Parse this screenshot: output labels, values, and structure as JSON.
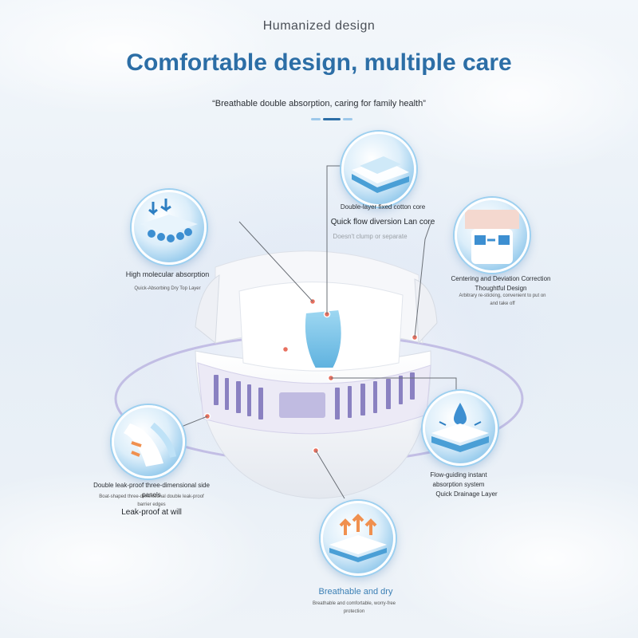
{
  "header": {
    "kicker": "Humanized design",
    "title": "Comfortable design, multiple care",
    "slogan": "“Breathable double absorption, caring for family health”"
  },
  "features": {
    "top": {
      "title": "Double-layer fixed cotton core",
      "subtitle": "Quick flow diversion Lan core",
      "note": "Doesn't clump or separate"
    },
    "left_top": {
      "title": "High molecular absorption",
      "subtitle": "Quick-Absorbing Dry Top Layer"
    },
    "right_top": {
      "title": "Centering and Deviation Correction Thoughtful Design",
      "subtitle": "Arbitrary re-sticking, convenient to put on and take off"
    },
    "left_bottom": {
      "title": "Double leak-proof three-dimensional side panels",
      "subtitle": "Boat-shaped three-dimensional double leak-proof barrier edges",
      "extra": "Leak-proof at will"
    },
    "right_bottom": {
      "title": "Flow-guiding instant absorption system",
      "subtitle": "Quick Drainage Layer"
    },
    "bottom": {
      "title": "Breathable and dry",
      "subtitle": "Breathable and comfortable, worry-free protection"
    }
  },
  "colors": {
    "title_blue": "#2c6ea6",
    "accent_blue": "#3b7fb5",
    "dot_red": "#e8705f",
    "core_blue": "#7cc4e8",
    "tape_purple": "#7a6fb8"
  }
}
